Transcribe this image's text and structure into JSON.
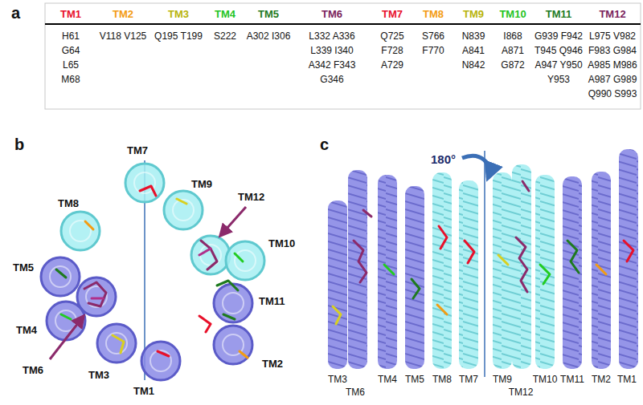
{
  "diagram": {
    "labels": [
      "a",
      "TM1",
      "TM2",
      "TM3",
      "TM4",
      "TM5",
      "TM6",
      "TM7",
      "TM8",
      "TM9",
      "TM10",
      "TM11",
      "TM12",
      "H61 G64 L65 M68",
      "V118 V125",
      "Q195 T199",
      "S222",
      "A302 I306",
      "L332 A336 L339 I340 A342 F343 G346",
      "Q725 F728 A729",
      "S766 F770",
      "N839 A841 N842",
      "I868 A871 G872",
      "G939 F942 T945 Q946 A947 Y950 Y953",
      "L975 V982 F983 G984 A985 M986 A987 G989 Q990 S993",
      "b",
      "TM7",
      "TM8",
      "TM9",
      "TM12",
      "TM10",
      "TM5",
      "TM11",
      "TM4",
      "TM6",
      "TM3",
      "TM2",
      "TM1",
      "c",
      "180°",
      "TM3",
      "TM6",
      "TM4",
      "TM5",
      "TM8",
      "TM7",
      "TM9",
      "TM12",
      "TM10",
      "TM11",
      "TM2",
      "TM1"
    ]
  }
}
